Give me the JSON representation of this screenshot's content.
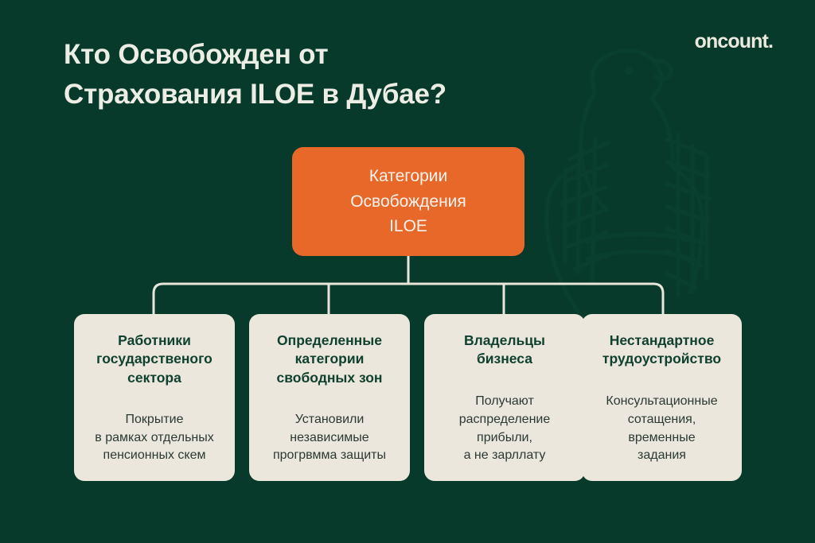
{
  "brand": {
    "logo_text": "oncount.",
    "accent_orange": "#e8682a",
    "background_green": "#083a2c",
    "card_cream": "#ebe7dc",
    "title_cream": "#eceee6"
  },
  "header": {
    "title_line_1": "Кто Освобожден от",
    "title_line_2": "Страхования ILOE в Дубае?"
  },
  "diagram": {
    "type": "org-chart",
    "root": {
      "line_1": "Категории",
      "line_2": "Освобождения",
      "line_3": "ILOE"
    },
    "nodes": [
      {
        "title_line_1": "Работники",
        "title_line_2": "государственого",
        "title_line_3": "сектора",
        "body_line_1": "Покрытие",
        "body_line_2": "в рамках отдельных",
        "body_line_3": "пенсионных скем"
      },
      {
        "title_line_1": "Определенные",
        "title_line_2": "категории",
        "title_line_3": "свободных зон",
        "body_line_1": "Установили",
        "body_line_2": "независимые",
        "body_line_3": "прогрвмма защиты"
      },
      {
        "title_line_1": "Владельцы",
        "title_line_2": "бизнеса",
        "title_line_3": "",
        "body_line_1": "Получают",
        "body_line_2": "распределение",
        "body_line_3": "прибыли,",
        "body_line_4": "а не зарллату"
      },
      {
        "title_line_1": "Нестандартное",
        "title_line_2": "трудоустройство",
        "title_line_3": "",
        "body_line_1": "Консультационные",
        "body_line_2": "сотащения,",
        "body_line_3": "временные",
        "body_line_4": "задания"
      }
    ]
  },
  "decor": {
    "watermark_icon": "uae-falcon-emblem"
  }
}
